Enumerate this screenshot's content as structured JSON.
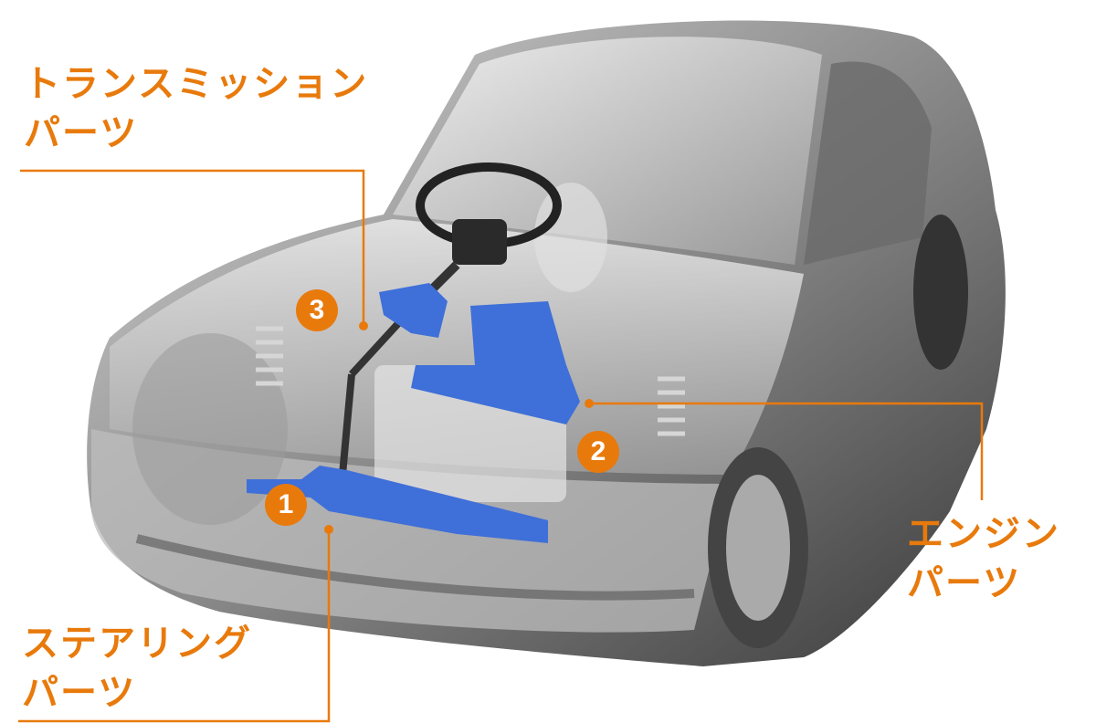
{
  "accent_color": "#E87A0C",
  "part_color": "#3F6FD8",
  "callouts": [
    {
      "number": "3",
      "line1": "トランスミッション",
      "line2": "パーツ"
    },
    {
      "number": "2",
      "line1": "エンジン",
      "line2": "パーツ"
    },
    {
      "number": "1",
      "line1": "ステアリング",
      "line2": "パーツ"
    }
  ]
}
